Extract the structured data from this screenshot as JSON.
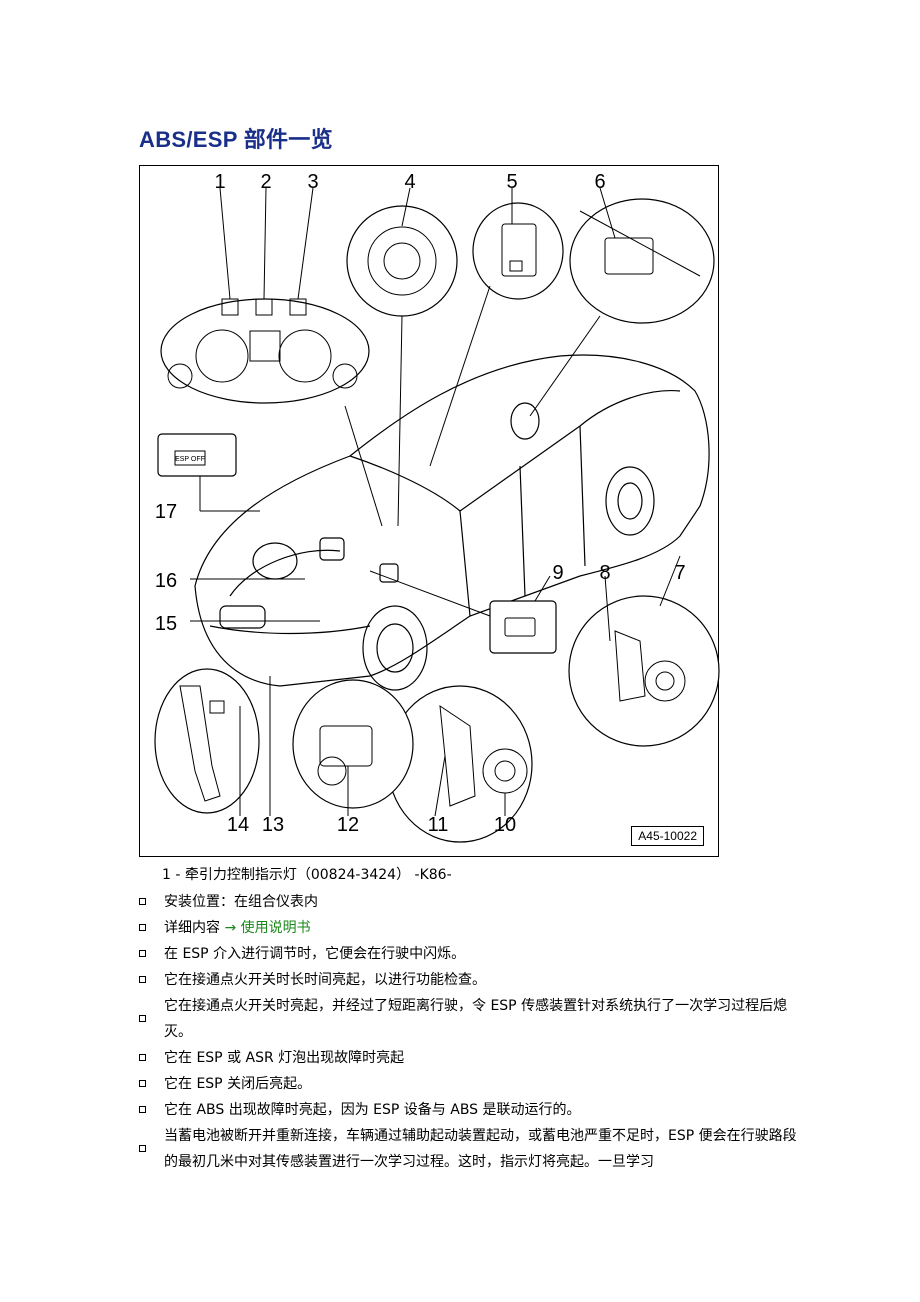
{
  "title": "ABS/ESP  部件一览",
  "figure": {
    "callouts": [
      "1",
      "2",
      "3",
      "4",
      "5",
      "6",
      "7",
      "8",
      "9",
      "10",
      "11",
      "12",
      "13",
      "14",
      "15",
      "16",
      "17"
    ],
    "figure_id": "A45-10022",
    "esp_button_text": "ESP OFF"
  },
  "caption": "1 - 牵引力控制指示灯（00824-3424）  -K86-",
  "items": [
    {
      "text": "安装位置：在组合仪表内"
    },
    {
      "text": "详细内容 ",
      "link": "→ 使用说明书"
    },
    {
      "text": "在  ESP  介入进行调节时，它便会在行驶中闪烁。"
    },
    {
      "text": "它在接通点火开关时长时间亮起，以进行功能检查。"
    },
    {
      "text": "它在接通点火开关时亮起，并经过了短距离行驶，令  ESP  传感装置针对系统执行了一次学习过程后熄灭。",
      "multi": true
    },
    {
      "text": "它在  ESP  或  ASR  灯泡出现故障时亮起"
    },
    {
      "text": "它在  ESP  关闭后亮起。"
    },
    {
      "text": "它在  ABS  出现故障时亮起，因为  ESP  设备与  ABS  是联动运行的。"
    },
    {
      "text": "当蓄电池被断开并重新连接，车辆通过辅助起动装置起动，或蓄电池严重不足时，ESP 便会在行驶路段的最初几米中对其传感装置进行一次学习过程。这时，指示灯将亮起。一旦学习",
      "multi": true
    }
  ]
}
